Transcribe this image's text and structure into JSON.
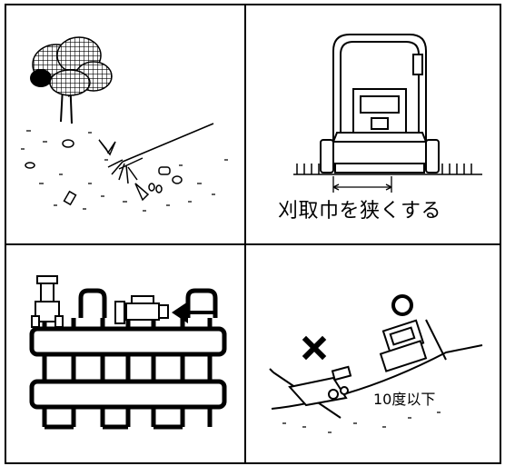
{
  "panels": [
    {
      "id": "debris",
      "caption": ""
    },
    {
      "id": "cut-width",
      "caption": "刈取巾を狭くする"
    },
    {
      "id": "mowing-pattern",
      "caption": ""
    },
    {
      "id": "slope",
      "caption": "10度以下"
    }
  ],
  "symbols": {
    "ok": "O",
    "ng": "×"
  },
  "colors": {
    "line": "#000000",
    "background": "#ffffff"
  }
}
